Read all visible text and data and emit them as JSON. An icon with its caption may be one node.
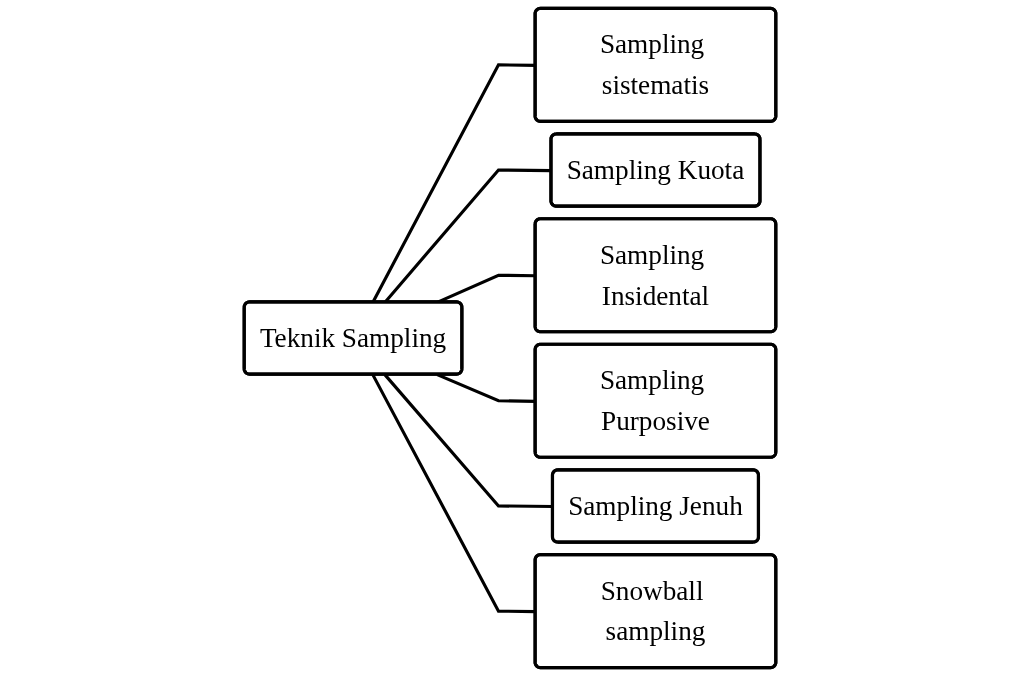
{
  "diagram": {
    "nodes": [
      {
        "text": [
          "Teknik Sampling"
        ]
      },
      {
        "text": [
          "Sampling sistematis"
        ]
      },
      {
        "text": [
          "Sampling Kuota"
        ]
      },
      {
        "text": [
          "Sampling Insidental"
        ]
      },
      {
        "text": [
          "Sampling Purposive"
        ]
      },
      {
        "text": [
          "Sampling Jenuh"
        ]
      },
      {
        "text": [
          "Snowball sampling"
        ]
      }
    ],
    "edges": [
      {
        "from": 0,
        "to": 1,
        "arrow": "none"
      },
      {
        "from": 0,
        "to": 2,
        "arrow": "none"
      },
      {
        "from": 0,
        "to": 3,
        "arrow": "none"
      },
      {
        "from": 0,
        "to": 4,
        "arrow": "none"
      },
      {
        "from": 0,
        "to": 5,
        "arrow": "none"
      },
      {
        "from": 0,
        "to": 6,
        "arrow": "none"
      }
    ]
  }
}
